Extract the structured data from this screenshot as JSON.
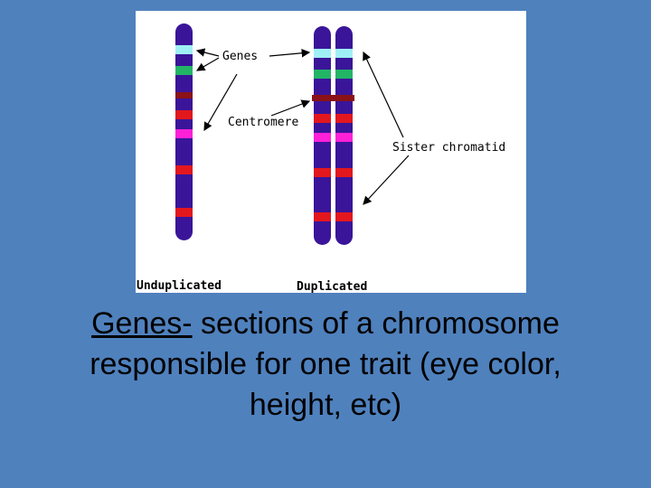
{
  "diagram": {
    "labels": {
      "genes": "Genes",
      "centromere": "Centromere",
      "sister_chromatid": "Sister chromatid",
      "unduplicated": "Unduplicated",
      "duplicated": "Duplicated"
    },
    "colors": {
      "chromatid": "#3a1599",
      "band_lightblue": "#9ff0f5",
      "band_green": "#22b566",
      "band_darkred": "#8a1218",
      "band_red": "#e3171e",
      "band_magenta": "#ff20d8",
      "arrow": "#000000"
    }
  },
  "caption": {
    "term": "Genes-",
    "definition_line1": " sections of a chromosome",
    "definition_line2": "responsible for one trait (eye color,",
    "definition_line3": "height, etc)"
  }
}
